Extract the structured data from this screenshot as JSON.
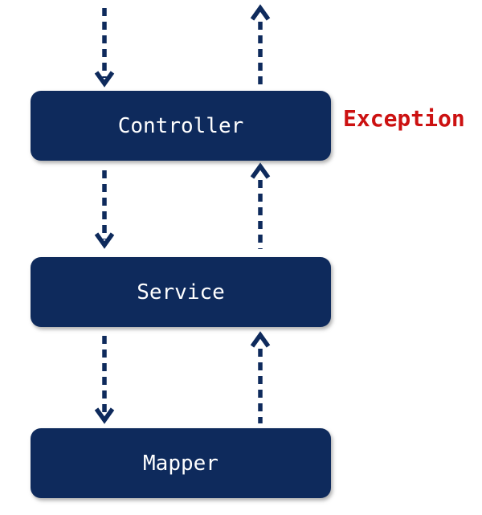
{
  "diagram": {
    "type": "layered-architecture-flow",
    "colors": {
      "background": "#ffffff",
      "node_fill": "#0e2a5c",
      "node_text": "#ffffff",
      "arrow": "#0e2a5c",
      "exception_text": "#cc1111"
    },
    "nodes": [
      {
        "label": "Controller"
      },
      {
        "label": "Service"
      },
      {
        "label": "Mapper"
      }
    ],
    "annotation": {
      "label": "Exception",
      "attached_to": "Controller"
    },
    "edges": [
      {
        "from": "outside-top",
        "to": "Controller",
        "direction": "down",
        "style": "dashed"
      },
      {
        "from": "Controller",
        "to": "outside-top",
        "direction": "up",
        "style": "dashed"
      },
      {
        "from": "Controller",
        "to": "Service",
        "direction": "down",
        "style": "dashed"
      },
      {
        "from": "Service",
        "to": "Controller",
        "direction": "up",
        "style": "dashed"
      },
      {
        "from": "Service",
        "to": "Mapper",
        "direction": "down",
        "style": "dashed"
      },
      {
        "from": "Mapper",
        "to": "Service",
        "direction": "up",
        "style": "dashed"
      }
    ]
  }
}
